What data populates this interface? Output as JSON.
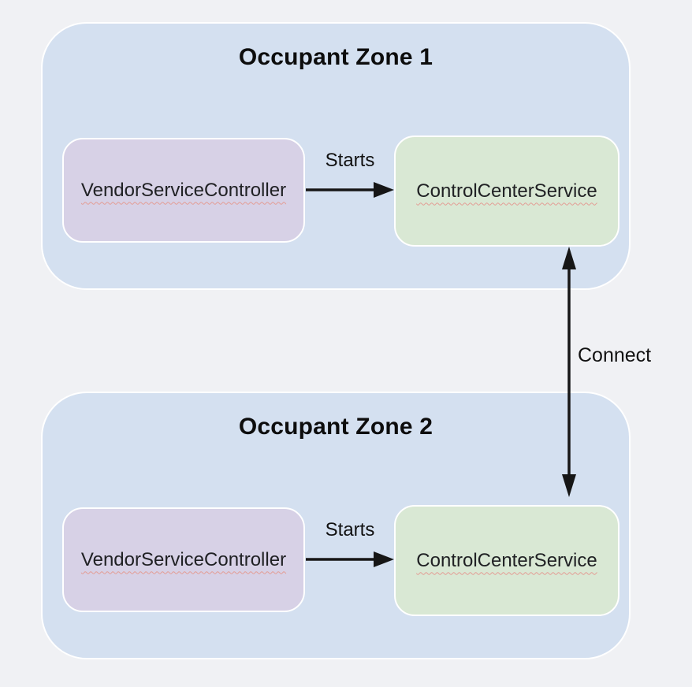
{
  "colors": {
    "page-bg": "#f0f1f4",
    "zone-fill": "#d4e0f0",
    "vendor-fill": "#d7d1e6",
    "control-fill": "#d9e8d4",
    "box-border": "#ffffff",
    "arrow": "#161616",
    "text": "#202124",
    "spellcheck": "#e39c94"
  },
  "zones": [
    {
      "title": "Occupant Zone 1",
      "vendor_label": "VendorServiceController",
      "starts_label": "Starts",
      "control_label": "ControlCenterService"
    },
    {
      "title": "Occupant Zone 2",
      "vendor_label": "VendorServiceController",
      "starts_label": "Starts",
      "control_label": "ControlCenterService"
    }
  ],
  "connector": {
    "label": "Connect"
  }
}
